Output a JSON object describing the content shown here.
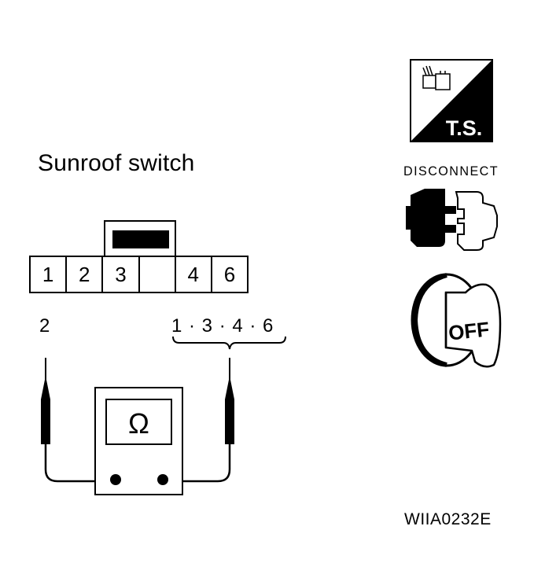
{
  "title": "Sunroof switch",
  "figure_code": "WIIA0232E",
  "connector": {
    "terminals": [
      "1",
      "2",
      "3",
      "",
      "4",
      "6"
    ]
  },
  "probes": {
    "left_terminal": "2",
    "right_terminals": "1 · 3 · 4 · 6"
  },
  "meter": {
    "symbol": "Ω"
  },
  "icons": {
    "ts_label": "T.S.",
    "disconnect_label": "DISCONNECT",
    "ignition_label": "OFF"
  }
}
